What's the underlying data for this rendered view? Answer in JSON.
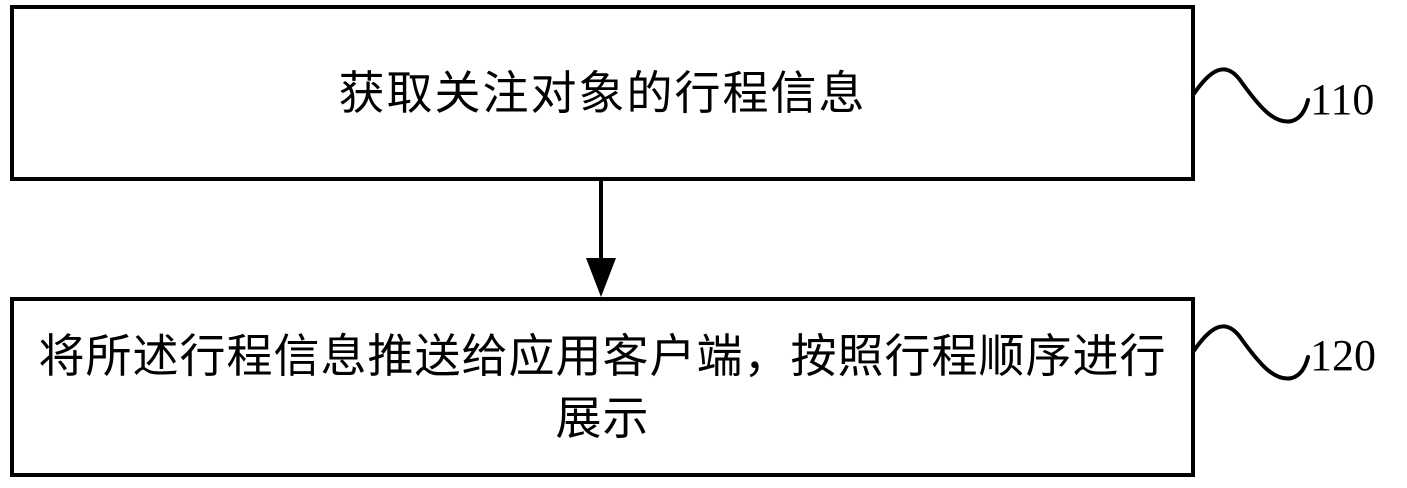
{
  "steps": [
    {
      "ref": "110",
      "text": "获取关注对象的行程信息"
    },
    {
      "ref": "120",
      "text": "将所述行程信息推送给应用客户端，按照行程顺序进行展示"
    }
  ],
  "colors": {
    "stroke": "#000000",
    "background": "#ffffff"
  }
}
